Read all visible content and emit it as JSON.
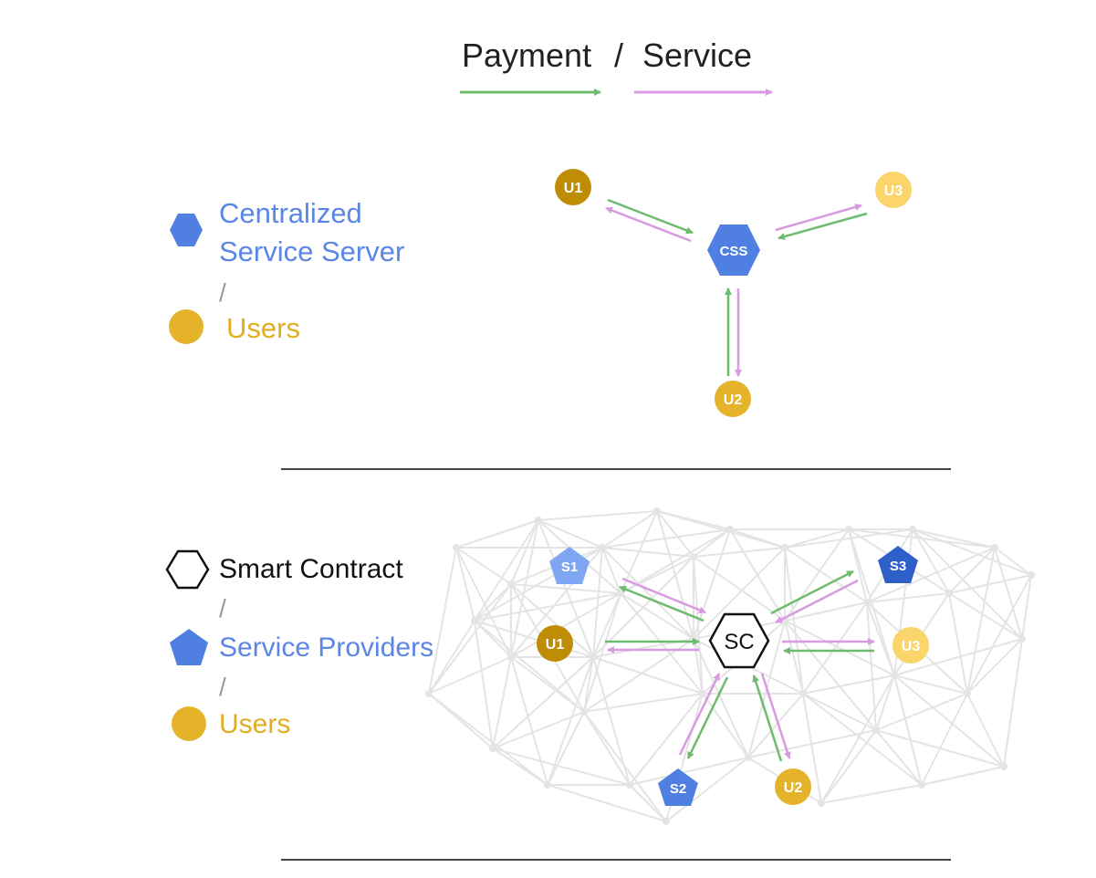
{
  "title": {
    "payment": "Payment",
    "separator": "/",
    "service": "Service"
  },
  "colors": {
    "payment": "#6dbb6d",
    "service": "#d89ae0",
    "css_blue": "#4f7fe0",
    "user_dark": "#bf8c06",
    "user_mid": "#e4b32a",
    "user_light": "#fbd46a",
    "provider_light": "#7fa6f2",
    "provider_mid": "#4f7fe0",
    "provider_dark": "#2f5fc9",
    "blue_text": "#5b86e5",
    "gold_text": "#e2ad1f",
    "mesh": "#e4e4e4"
  },
  "legend_top": {
    "css_line1": "Centralized",
    "css_line2": "Service Server",
    "slash": "/",
    "users": "Users"
  },
  "legend_bottom": {
    "smart_contract": "Smart Contract",
    "slash1": "/",
    "providers": "Service Providers",
    "slash2": "/",
    "users": "Users"
  },
  "top_diagram": {
    "hub": "CSS",
    "u1": "U1",
    "u2": "U2",
    "u3": "U3"
  },
  "bottom_diagram": {
    "hub": "SC",
    "s1": "S1",
    "s2": "S2",
    "s3": "S3",
    "u1": "U1",
    "u2": "U2",
    "u3": "U3"
  }
}
